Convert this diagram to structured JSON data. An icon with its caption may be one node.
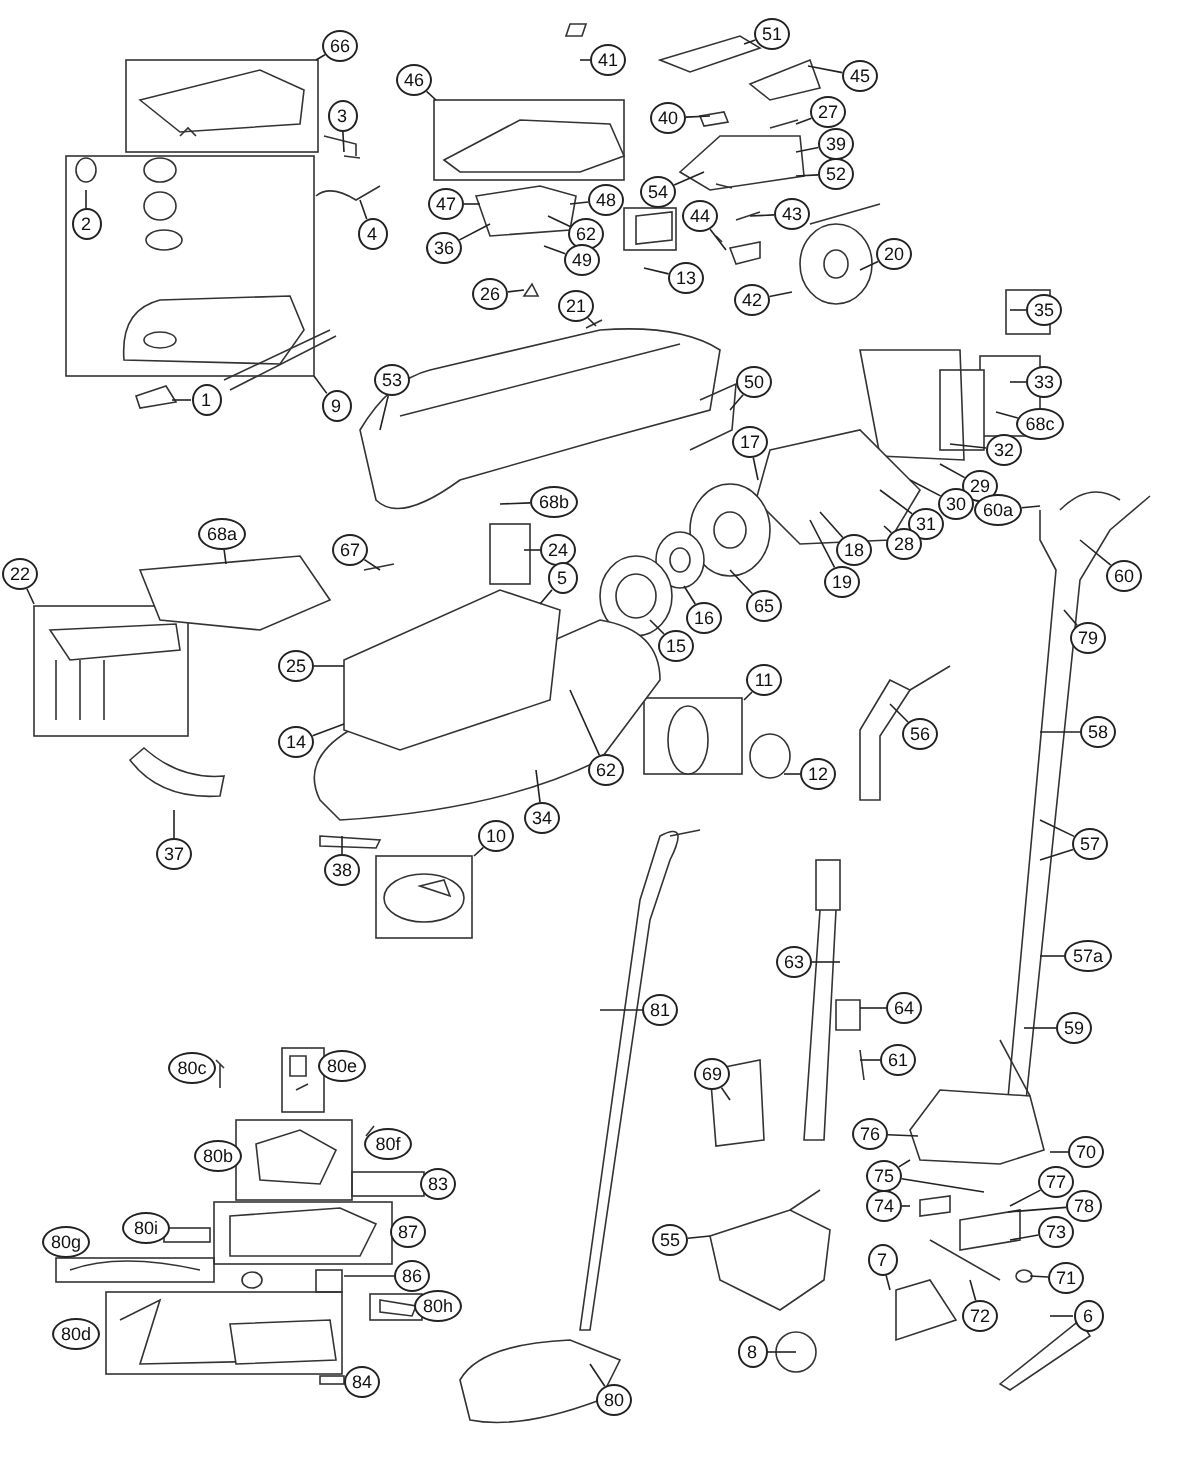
{
  "diagram": {
    "nodes": [
      {
        "text": [
          "66"
        ]
      },
      {
        "text": [
          "41"
        ]
      },
      {
        "text": [
          "51"
        ]
      },
      {
        "text": [
          "46"
        ]
      },
      {
        "text": [
          "45"
        ]
      },
      {
        "text": [
          "3"
        ]
      },
      {
        "text": [
          "40"
        ]
      },
      {
        "text": [
          "27"
        ]
      },
      {
        "text": [
          "39"
        ]
      },
      {
        "text": [
          "52"
        ]
      },
      {
        "text": [
          "54"
        ]
      },
      {
        "text": [
          "48"
        ]
      },
      {
        "text": [
          "47"
        ]
      },
      {
        "text": [
          "44"
        ]
      },
      {
        "text": [
          "43"
        ]
      },
      {
        "text": [
          "2"
        ]
      },
      {
        "text": [
          "4"
        ]
      },
      {
        "text": [
          "62"
        ]
      },
      {
        "text": [
          "36"
        ]
      },
      {
        "text": [
          "20"
        ]
      },
      {
        "text": [
          "49"
        ]
      },
      {
        "text": [
          "13"
        ]
      },
      {
        "text": [
          "26"
        ]
      },
      {
        "text": [
          "42"
        ]
      },
      {
        "text": [
          "21"
        ]
      },
      {
        "text": [
          "35"
        ]
      },
      {
        "text": [
          "50"
        ]
      },
      {
        "text": [
          "53"
        ]
      },
      {
        "text": [
          "33"
        ]
      },
      {
        "text": [
          "1"
        ]
      },
      {
        "text": [
          "9"
        ]
      },
      {
        "text": [
          "68c"
        ]
      },
      {
        "text": [
          "17"
        ]
      },
      {
        "text": [
          "32"
        ]
      },
      {
        "text": [
          "29"
        ]
      },
      {
        "text": [
          "68b"
        ]
      },
      {
        "text": [
          "30"
        ]
      },
      {
        "text": [
          "60a"
        ]
      },
      {
        "text": [
          "31"
        ]
      },
      {
        "text": [
          "68a"
        ]
      },
      {
        "text": [
          "28"
        ]
      },
      {
        "text": [
          "18"
        ]
      },
      {
        "text": [
          "67"
        ]
      },
      {
        "text": [
          "24"
        ]
      },
      {
        "text": [
          "22"
        ]
      },
      {
        "text": [
          "60"
        ]
      },
      {
        "text": [
          "5"
        ]
      },
      {
        "text": [
          "19"
        ]
      },
      {
        "text": [
          "65"
        ]
      },
      {
        "text": [
          "16"
        ]
      },
      {
        "text": [
          "79"
        ]
      },
      {
        "text": [
          "15"
        ]
      },
      {
        "text": [
          "25"
        ]
      },
      {
        "text": [
          "11"
        ]
      },
      {
        "text": [
          "56"
        ]
      },
      {
        "text": [
          "58"
        ]
      },
      {
        "text": [
          "14"
        ]
      },
      {
        "text": [
          "62"
        ]
      },
      {
        "text": [
          "12"
        ]
      },
      {
        "text": [
          "34"
        ]
      },
      {
        "text": [
          "10"
        ]
      },
      {
        "text": [
          "57"
        ]
      },
      {
        "text": [
          "37"
        ]
      },
      {
        "text": [
          "38"
        ]
      },
      {
        "text": [
          "57a"
        ]
      },
      {
        "text": [
          "63"
        ]
      },
      {
        "text": [
          "64"
        ]
      },
      {
        "text": [
          "81"
        ]
      },
      {
        "text": [
          "59"
        ]
      },
      {
        "text": [
          "61"
        ]
      },
      {
        "text": [
          "69"
        ]
      },
      {
        "text": [
          "76"
        ]
      },
      {
        "text": [
          "70"
        ]
      },
      {
        "text": [
          "75"
        ]
      },
      {
        "text": [
          "77"
        ]
      },
      {
        "text": [
          "74"
        ]
      },
      {
        "text": [
          "78"
        ]
      },
      {
        "text": [
          "73"
        ]
      },
      {
        "text": [
          "55"
        ]
      },
      {
        "text": [
          "7"
        ]
      },
      {
        "text": [
          "86"
        ]
      },
      {
        "text": [
          "71"
        ]
      },
      {
        "text": [
          "72"
        ]
      },
      {
        "text": [
          "6"
        ]
      },
      {
        "text": [
          "8"
        ]
      },
      {
        "text": [
          "80"
        ]
      },
      {
        "text": [
          "80c"
        ]
      },
      {
        "text": [
          "80e"
        ]
      },
      {
        "text": [
          "80f"
        ]
      },
      {
        "text": [
          "80b"
        ]
      },
      {
        "text": [
          "83"
        ]
      },
      {
        "text": [
          "80i"
        ]
      },
      {
        "text": [
          "87"
        ]
      },
      {
        "text": [
          "80g"
        ]
      },
      {
        "text": [
          "80h"
        ]
      },
      {
        "text": [
          "80d"
        ]
      },
      {
        "text": [
          "84"
        ]
      }
    ],
    "edges": [
      {
        "from": 0,
        "to": null,
        "arrow": "none"
      },
      {
        "from": 1,
        "to": null,
        "arrow": "none"
      },
      {
        "from": 2,
        "to": null,
        "arrow": "none"
      },
      {
        "from": 3,
        "to": null,
        "arrow": "none"
      },
      {
        "from": 4,
        "to": null,
        "arrow": "none"
      },
      {
        "from": 5,
        "to": null,
        "arrow": "none"
      },
      {
        "from": 6,
        "to": null,
        "arrow": "none"
      },
      {
        "from": 7,
        "to": null,
        "arrow": "none"
      },
      {
        "from": 8,
        "to": null,
        "arrow": "none"
      },
      {
        "from": 9,
        "to": null,
        "arrow": "none"
      },
      {
        "from": 10,
        "to": null,
        "arrow": "none"
      },
      {
        "from": 11,
        "to": null,
        "arrow": "none"
      },
      {
        "from": 12,
        "to": null,
        "arrow": "none"
      },
      {
        "from": 13,
        "to": null,
        "arrow": "none"
      },
      {
        "from": 14,
        "to": null,
        "arrow": "none"
      },
      {
        "from": 15,
        "to": null,
        "arrow": "none"
      },
      {
        "from": 16,
        "to": null,
        "arrow": "none"
      },
      {
        "from": 17,
        "to": null,
        "arrow": "none"
      },
      {
        "from": 18,
        "to": null,
        "arrow": "none"
      },
      {
        "from": 19,
        "to": null,
        "arrow": "none"
      },
      {
        "from": 20,
        "to": null,
        "arrow": "none"
      },
      {
        "from": 21,
        "to": null,
        "arrow": "none"
      },
      {
        "from": 22,
        "to": null,
        "arrow": "none"
      },
      {
        "from": 23,
        "to": null,
        "arrow": "none"
      },
      {
        "from": 24,
        "to": null,
        "arrow": "none"
      },
      {
        "from": 25,
        "to": null,
        "arrow": "none"
      },
      {
        "from": 26,
        "to": null,
        "arrow": "none"
      },
      {
        "from": 27,
        "to": null,
        "arrow": "none"
      },
      {
        "from": 28,
        "to": null,
        "arrow": "none"
      },
      {
        "from": 29,
        "to": null,
        "arrow": "none"
      },
      {
        "from": 30,
        "to": null,
        "arrow": "none"
      },
      {
        "from": 31,
        "to": null,
        "arrow": "none"
      },
      {
        "from": 32,
        "to": null,
        "arrow": "none"
      },
      {
        "from": 33,
        "to": null,
        "arrow": "none"
      },
      {
        "from": 34,
        "to": null,
        "arrow": "none"
      },
      {
        "from": 35,
        "to": null,
        "arrow": "none"
      },
      {
        "from": 36,
        "to": null,
        "arrow": "none"
      },
      {
        "from": 37,
        "to": null,
        "arrow": "none"
      },
      {
        "from": 38,
        "to": null,
        "arrow": "none"
      },
      {
        "from": 39,
        "to": null,
        "arrow": "none"
      },
      {
        "from": 40,
        "to": null,
        "arrow": "none"
      },
      {
        "from": 41,
        "to": null,
        "arrow": "none"
      },
      {
        "from": 42,
        "to": null,
        "arrow": "none"
      },
      {
        "from": 43,
        "to": null,
        "arrow": "none"
      },
      {
        "from": 44,
        "to": null,
        "arrow": "none"
      },
      {
        "from": 45,
        "to": null,
        "arrow": "none"
      },
      {
        "from": 46,
        "to": null,
        "arrow": "none"
      },
      {
        "from": 47,
        "to": null,
        "arrow": "none"
      },
      {
        "from": 48,
        "to": null,
        "arrow": "none"
      },
      {
        "from": 49,
        "to": null,
        "arrow": "none"
      },
      {
        "from": 50,
        "to": null,
        "arrow": "none"
      },
      {
        "from": 51,
        "to": null,
        "arrow": "none"
      },
      {
        "from": 52,
        "to": null,
        "arrow": "none"
      },
      {
        "from": 53,
        "to": null,
        "arrow": "none"
      },
      {
        "from": 54,
        "to": null,
        "arrow": "none"
      },
      {
        "from": 55,
        "to": null,
        "arrow": "none"
      },
      {
        "from": 56,
        "to": null,
        "arrow": "none"
      },
      {
        "from": 57,
        "to": null,
        "arrow": "none"
      },
      {
        "from": 58,
        "to": null,
        "arrow": "none"
      },
      {
        "from": 59,
        "to": null,
        "arrow": "none"
      },
      {
        "from": 60,
        "to": null,
        "arrow": "none"
      },
      {
        "from": 61,
        "to": null,
        "arrow": "none"
      },
      {
        "from": 61,
        "to": null,
        "arrow": "none"
      },
      {
        "from": 62,
        "to": null,
        "arrow": "none"
      },
      {
        "from": 63,
        "to": null,
        "arrow": "none"
      },
      {
        "from": 64,
        "to": null,
        "arrow": "none"
      },
      {
        "from": 65,
        "to": null,
        "arrow": "none"
      },
      {
        "from": 66,
        "to": null,
        "arrow": "none"
      },
      {
        "from": 67,
        "to": null,
        "arrow": "none"
      },
      {
        "from": 68,
        "to": null,
        "arrow": "none"
      },
      {
        "from": 69,
        "to": null,
        "arrow": "none"
      },
      {
        "from": 70,
        "to": null,
        "arrow": "none"
      },
      {
        "from": 71,
        "to": null,
        "arrow": "none"
      },
      {
        "from": 72,
        "to": null,
        "arrow": "none"
      },
      {
        "from": 73,
        "to": null,
        "arrow": "none"
      },
      {
        "from": 73,
        "to": null,
        "arrow": "none"
      },
      {
        "from": 74,
        "to": null,
        "arrow": "none"
      },
      {
        "from": 75,
        "to": null,
        "arrow": "none"
      },
      {
        "from": 76,
        "to": null,
        "arrow": "none"
      },
      {
        "from": 77,
        "to": null,
        "arrow": "none"
      },
      {
        "from": 78,
        "to": null,
        "arrow": "none"
      },
      {
        "from": 79,
        "to": null,
        "arrow": "none"
      },
      {
        "from": 80,
        "to": null,
        "arrow": "none"
      },
      {
        "from": 81,
        "to": null,
        "arrow": "none"
      },
      {
        "from": 82,
        "to": null,
        "arrow": "none"
      },
      {
        "from": 83,
        "to": null,
        "arrow": "none"
      },
      {
        "from": 84,
        "to": null,
        "arrow": "none"
      },
      {
        "from": 85,
        "to": null,
        "arrow": "none"
      }
    ]
  }
}
